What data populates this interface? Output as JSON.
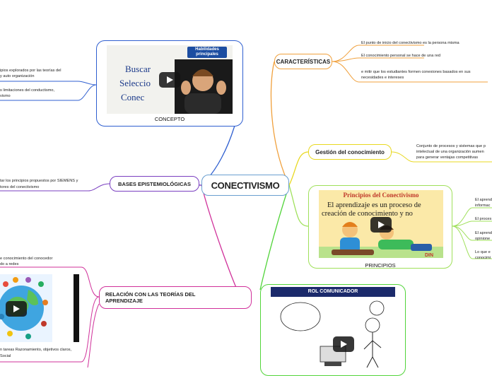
{
  "center": {
    "label": "CONECTIVISMO"
  },
  "branches": {
    "caracteristicas": {
      "label": "CARACTERÍSTICAS",
      "items": [
        "El punto de inicio del conectivismo es la persona misma",
        "El conocimiento personal se hace de una red",
        "e mitir que los estudiantes formen conexiones basados en sus",
        "necesidades e intereses"
      ]
    },
    "gestion": {
      "label": "Gestión del conocimiento",
      "items": [
        "Conjunto de procesos y sistemas que p",
        "intelectual de una organización aumen",
        "para generar ventajas competitivas"
      ]
    },
    "principios": {
      "caption": "PRINCIPIOS",
      "video_title": "Principios del Conectivismo",
      "video_text_1": "El aprendizaje es un proceso de",
      "video_text_2": "creación de conocimiento y no",
      "items": [
        "El aprend",
        "informac",
        "El proces",
        "El aprend",
        "opinione",
        "Lo que e",
        "conocimi"
      ]
    },
    "rol": {
      "video_title": "ROL COMUNICADOR"
    },
    "concepto": {
      "caption": "CONCEPTO",
      "video_badge_1": "Habilidades",
      "video_badge_2": "principales",
      "word_1": "Buscar",
      "word_2": "Seleccio",
      "word_3": "Conec",
      "items": [
        "ipios explorados por las teorías del",
        "y auto organización",
        "s limitaciones del conductismo,",
        "vismo"
      ]
    },
    "bases": {
      "label": "BASES EPISTEMIOLÓGICAS",
      "items": [
        "tar los principios propuestos por SIEMENS y",
        "tores del conectivismo"
      ]
    },
    "relacion": {
      "label_1": "RELACIÓN CON LAS TEORÍAS DEL",
      "label_2": "APRENDIZAJE",
      "items": [
        "e conocimiento del conocedor",
        "do a redes",
        "n tareas Razonamiento, objetivos claros,",
        "Social"
      ]
    }
  },
  "colors": {
    "center_border": "#6a9fd0",
    "caracteristicas": "#f0a03c",
    "gestion": "#e8d820",
    "principios": "#9fe05a",
    "rol": "#52d43a",
    "concepto": "#2f5fd0",
    "bases": "#7a3fc0",
    "relacion": "#d0309a"
  }
}
